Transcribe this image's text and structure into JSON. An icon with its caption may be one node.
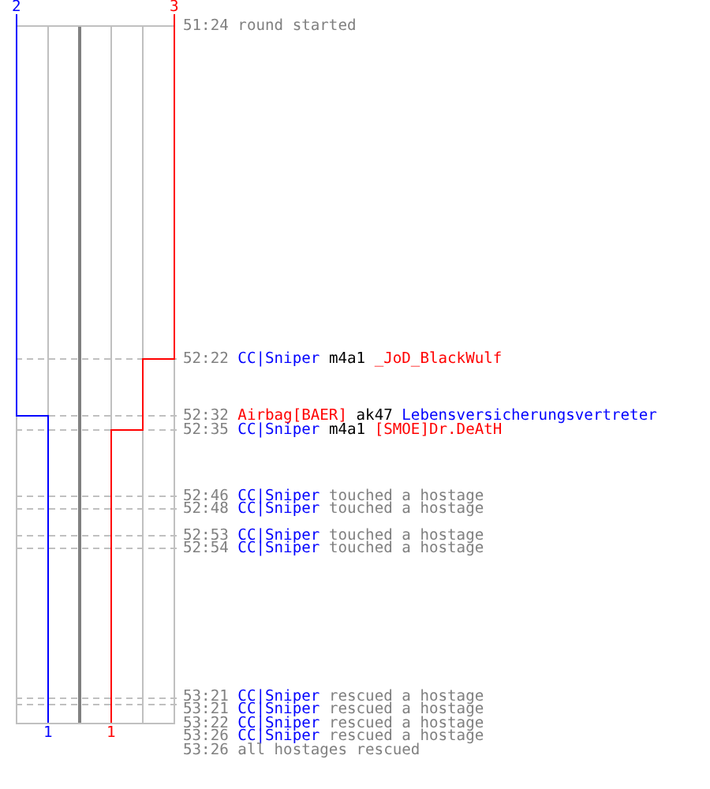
{
  "diagram": {
    "labels": [
      "2",
      "3",
      "51:24",
      "round started",
      "52:22",
      "CC|Sniper",
      "m4a1",
      "_JoD_BlackWulf",
      "52:32",
      "Airbag[BAER]",
      "ak47",
      "Lebensversicherungsvertreter",
      "52:35",
      "CC|Sniper",
      "m4a1",
      "[SMOE]Dr.DeAtH",
      "52:46",
      "CC|Sniper",
      "touched a hostage",
      "52:48",
      "CC|Sniper",
      "touched a hostage",
      "52:53",
      "CC|Sniper",
      "touched a hostage",
      "52:54",
      "CC|Sniper",
      "touched a hostage",
      "53:21",
      "CC|Sniper",
      "rescued a hostage",
      "53:21",
      "CC|Sniper",
      "rescued a hostage",
      "53:22",
      "CC|Sniper",
      "rescued a hostage",
      "53:26",
      "CC|Sniper",
      "rescued a hostage",
      "53:26",
      "all hostages rescued",
      "1",
      "1"
    ]
  }
}
